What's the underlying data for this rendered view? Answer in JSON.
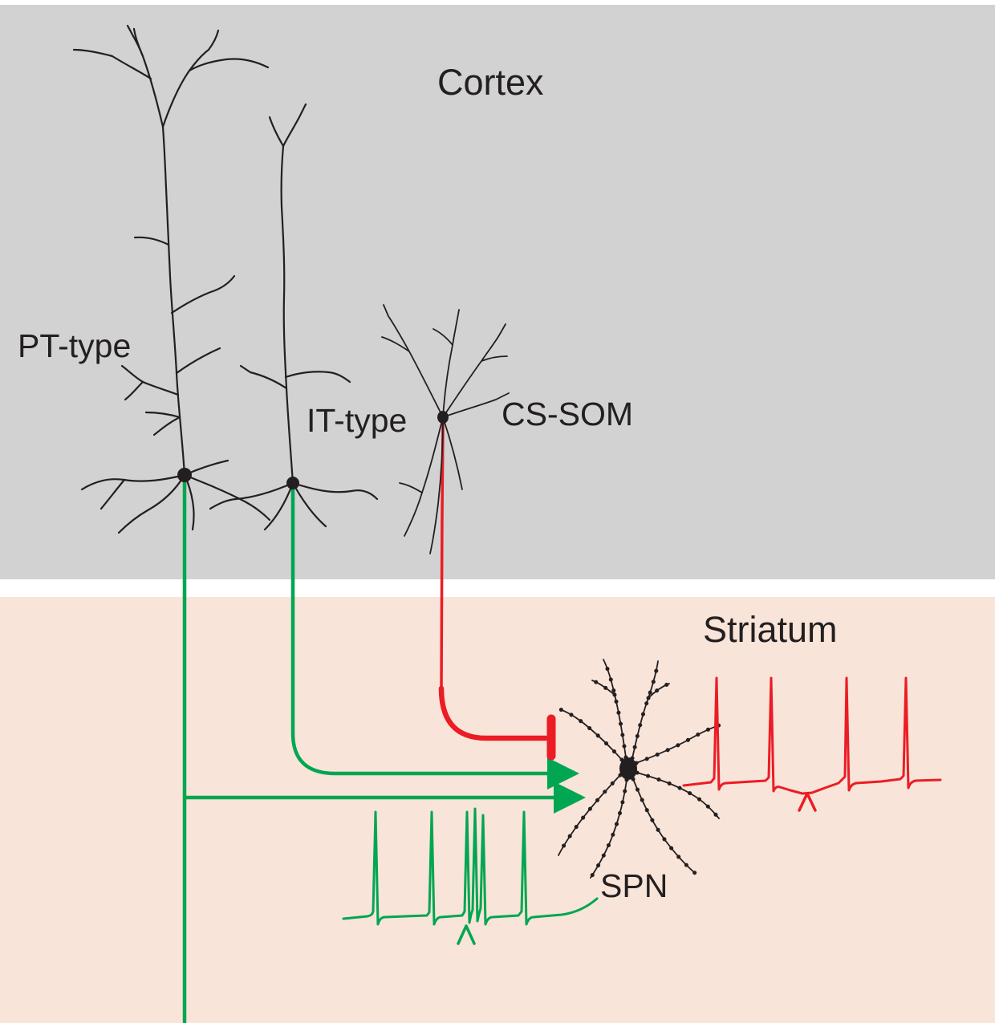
{
  "regions": {
    "cortex": {
      "label": "Cortex",
      "bg": "#d2d2d2"
    },
    "striatum": {
      "label": "Striatum",
      "bg": "#f8e4d9"
    }
  },
  "neurons": {
    "pt": {
      "label": "PT-type"
    },
    "it": {
      "label": "IT-type"
    },
    "cssom": {
      "label": "CS-SOM"
    },
    "spn": {
      "label": "SPN"
    }
  },
  "colors": {
    "excitatory": "#00a651",
    "inhibitory": "#ec1c24",
    "ink": "#231f20"
  }
}
